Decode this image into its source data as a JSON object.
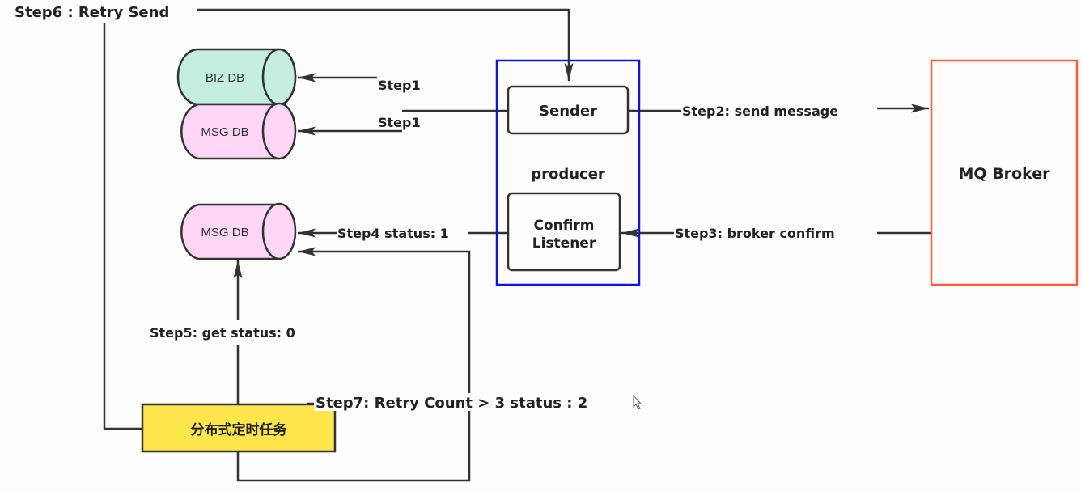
{
  "title": "MQ reliable delivery flow",
  "colors": {
    "producer_border": "#1010e0",
    "producer_text": "#2b3de0",
    "component_text": "#1aa3c8",
    "broker_border": "#f2603c",
    "broker_text": "#f2603c",
    "biz_db_fill": "#c4eedf",
    "msg_db_fill": "#ffd6f6",
    "task_fill": "#fde64b"
  },
  "nodes": {
    "biz_db": "BIZ DB",
    "msg_db_top": "MSG DB",
    "msg_db_bottom": "MSG DB",
    "sender": "Sender",
    "producer": "producer",
    "confirm_listener_line1": "Confirm",
    "confirm_listener_line2": "Listener",
    "broker": "MQ Broker",
    "scheduled_task": "分布式定时任务"
  },
  "steps": {
    "step1_biz": "Step1",
    "step1_msg": "Step1",
    "step2": "Step2:  send message",
    "step3": "Step3:  broker confirm",
    "step4": "Step4 status: 1",
    "step5": "Step5: get status:  0",
    "step6": "Step6 :  Retry Send",
    "step7": "Step7: Retry Count > 3 status : 2"
  }
}
